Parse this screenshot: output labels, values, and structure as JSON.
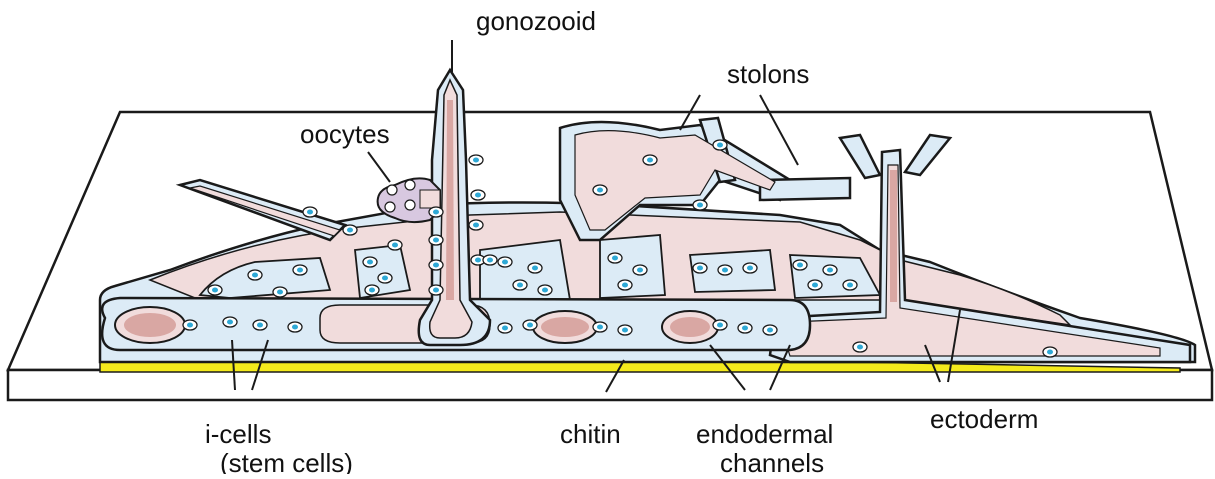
{
  "labels": {
    "gonozooid": "gonozooid",
    "stolons": "stolons",
    "oocytes": "oocytes",
    "icells_line1": "i-cells",
    "icells_line2": "(stem cells)",
    "chitin": "chitin",
    "endodermal_line1": "endodermal",
    "endodermal_line2": "channels",
    "ectoderm": "ectoderm"
  },
  "colors": {
    "outline": "#1a1a1a",
    "ectoderm_fill": "#dcebf6",
    "endoderm_fill": "#f1dcdc",
    "endoderm_dark": "#d9a7a3",
    "chitin_fill": "#f4ea1c",
    "cell_blue": "#2fa9d6",
    "oocyte_fill": "#d8c8e0",
    "substrate_fill": "#ffffff"
  }
}
